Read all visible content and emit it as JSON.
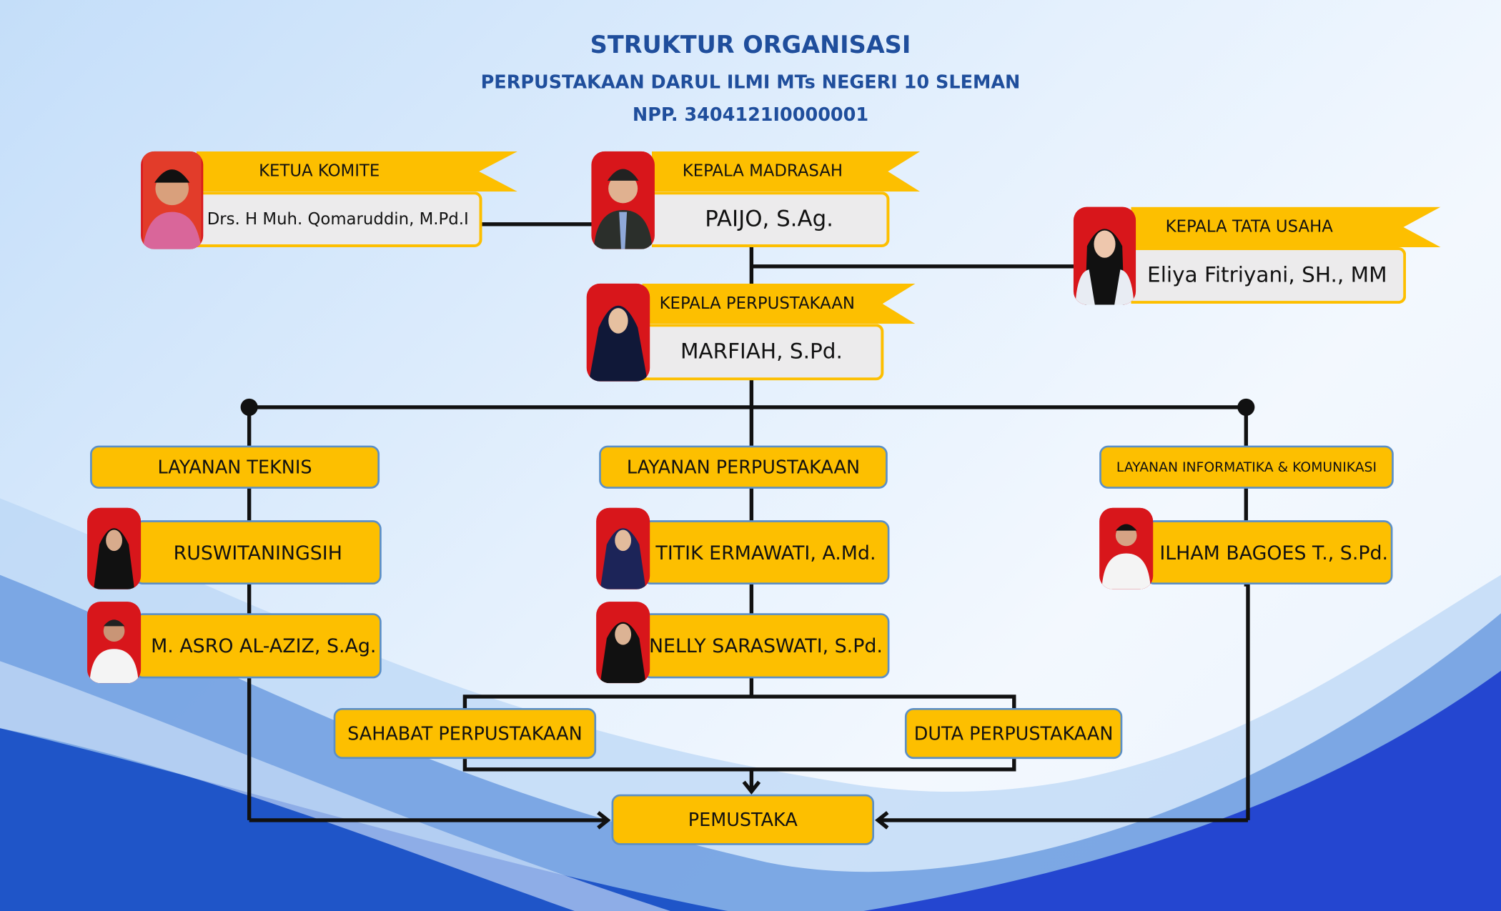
{
  "header": {
    "title": "STRUKTUR ORGANISASI",
    "subtitle": "PERPUSTAKAAN DARUL ILMI MTs NEGERI 10 SLEMAN",
    "npp": "NPP. 3404121I0000001"
  },
  "leaders": [
    {
      "role": "KETUA KOMITE",
      "name": "Drs. H Muh. Qomaruddin, M.Pd.I"
    },
    {
      "role": "KEPALA MADRASAH",
      "name": "PAIJO, S.Ag."
    },
    {
      "role": "KEPALA TATA USAHA",
      "name": "Eliya Fitriyani, SH., MM"
    },
    {
      "role": "KEPALA PERPUSTAKAAN",
      "name": "MARFIAH, S.Pd."
    }
  ],
  "units": [
    {
      "label": "LAYANAN TEKNIS",
      "staff": [
        "RUSWITANINGSIH",
        "M. ASRO AL-AZIZ, S.Ag."
      ]
    },
    {
      "label": "LAYANAN PERPUSTAKAAN",
      "staff": [
        "TITIK ERMAWATI, A.Md.",
        "NELLY SARASWATI, S.Pd."
      ]
    },
    {
      "label": "LAYANAN INFORMATIKA & KOMUNIKASI",
      "staff": [
        "ILHAM BAGOES T., S.Pd."
      ]
    }
  ],
  "support": {
    "left": "SAHABAT PERPUSTAKAAN",
    "right": "DUTA PERPUSTAKAAN"
  },
  "target": "PEMUSTAKA",
  "colors": {
    "title": "#1f4e9c",
    "box": "#fdbf00",
    "border": "#5b8fc7",
    "photo_bg": "#d8161b"
  }
}
